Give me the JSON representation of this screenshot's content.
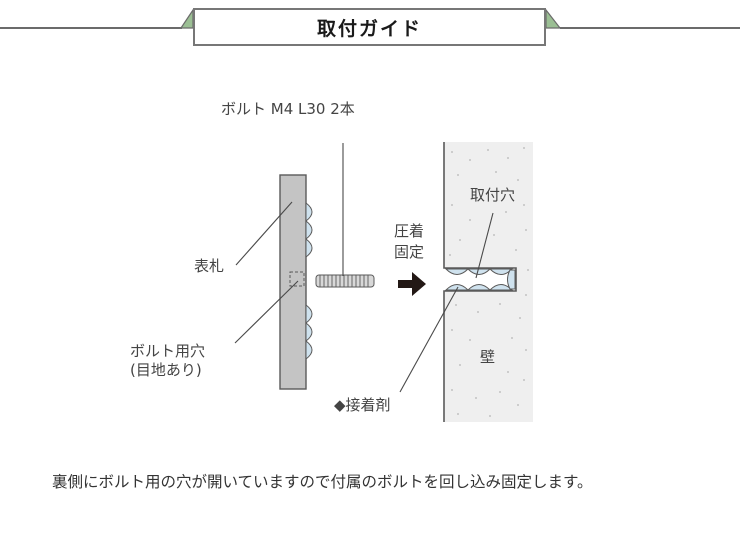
{
  "header": {
    "title": "取付ガイド",
    "accent_color": "#9bbf94"
  },
  "diagram": {
    "labels": {
      "bolt_spec": "ボルト M4 L30 2本",
      "front_plate": "表札",
      "bolt_hole_line1": "ボルト用穴",
      "bolt_hole_line2": "(目地あり)",
      "press_fix_line1": "圧着",
      "press_fix_line2": "固定",
      "mounting_hole": "取付穴",
      "wall": "壁",
      "adhesive": "◆接着剤"
    },
    "colors": {
      "plate": "#c4c4c4",
      "adhesive": "#cfe2ee",
      "wall": "#efefef",
      "arrow": "#231815"
    }
  },
  "caption": "裏側にボルト用の穴が開いていますので付属のボルトを回し込み固定します。"
}
